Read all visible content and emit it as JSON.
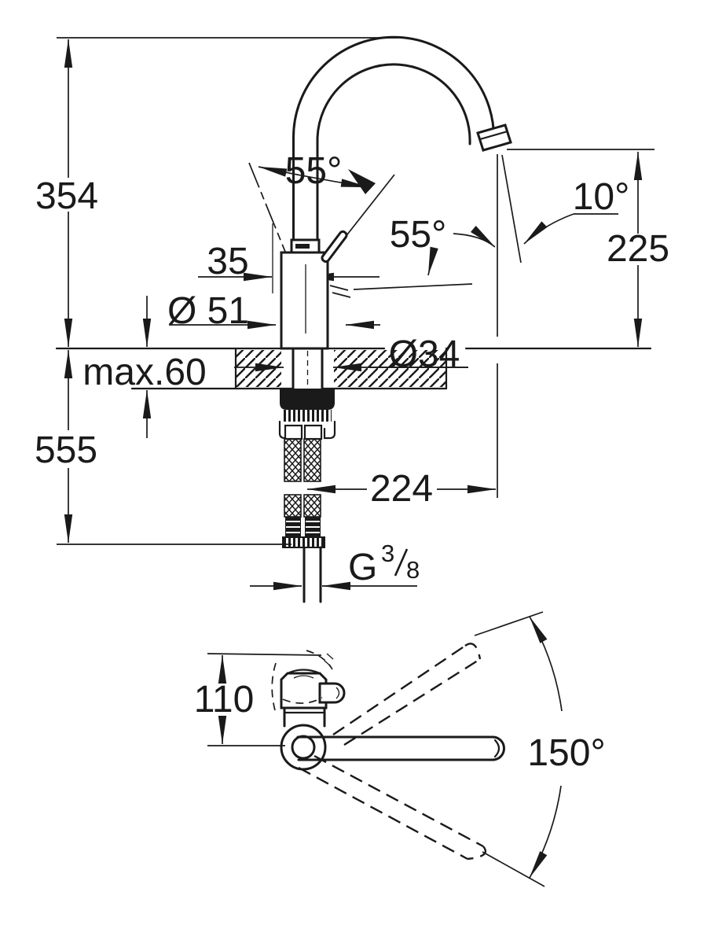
{
  "drawing": {
    "front_view": {
      "overall_height": "354",
      "below_deck_height": "555",
      "deck_thickness": "max.60",
      "base_diameter": "Ø 51",
      "lever_offset": "35",
      "hole_diameter": "Ø34",
      "lever_angle_open": "55°",
      "lever_angle_closed": "55°",
      "outlet_angle": "10°",
      "spout_height": "225",
      "spout_reach": "224",
      "thread_letter": "G",
      "thread_numerator": "3",
      "thread_denominator": "8"
    },
    "top_view": {
      "base_to_lever_depth": "110",
      "swivel_range": "150°"
    }
  },
  "colors": {
    "line": "#1a1a1a",
    "background": "#ffffff"
  }
}
